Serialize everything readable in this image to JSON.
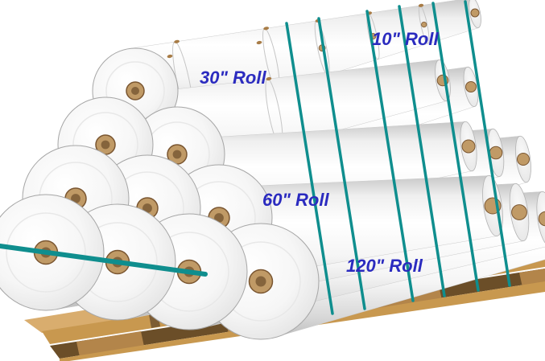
{
  "diagram": {
    "description": "Pyramid stack of white paper rolls banded with teal straps on a wooden pallet",
    "labels": {
      "roll_30": "30\" Roll",
      "roll_10": "10\" Roll",
      "roll_60": "60\" Roll",
      "roll_120": "120\" Roll"
    },
    "colors": {
      "label_text": "#2b2bbf",
      "strap": "#0f8e8e",
      "roll_surface": "#ffffff",
      "roll_core": "#c09a66",
      "pallet_wood": "#c8984f",
      "pallet_shadow": "#6b4e28",
      "background": "#ffffff"
    }
  }
}
